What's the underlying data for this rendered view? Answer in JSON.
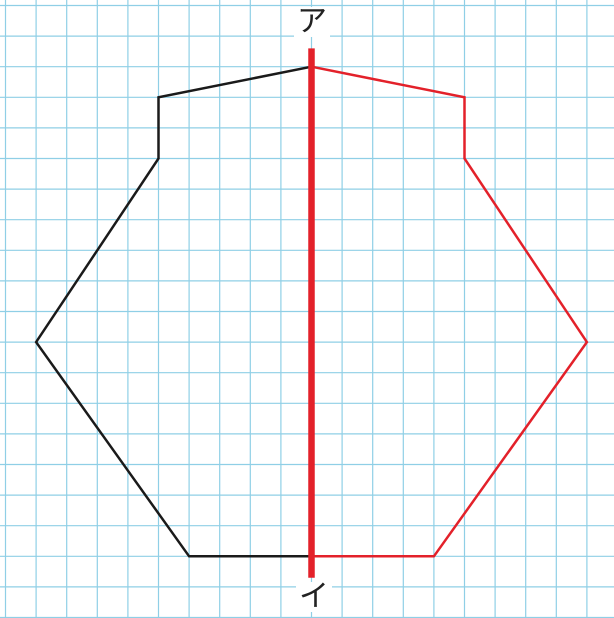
{
  "labels": {
    "top": "ア",
    "bottom": "イ"
  },
  "grid": {
    "columns": 20,
    "rows": 20
  },
  "colors": {
    "grid": "#8fcfe6",
    "left_outline": "#1a1a1a",
    "right_outline": "#e3212a",
    "axis": "#e3212a",
    "background": "#ffffff"
  },
  "shape": {
    "left_half": [
      [
        10,
        2
      ],
      [
        5,
        3
      ],
      [
        5,
        5
      ],
      [
        1,
        11
      ],
      [
        6,
        18
      ],
      [
        10,
        18
      ]
    ],
    "right_half": [
      [
        10,
        2
      ],
      [
        15,
        3
      ],
      [
        15,
        5
      ],
      [
        19,
        11
      ],
      [
        14,
        18
      ],
      [
        10,
        18
      ]
    ]
  },
  "axis": {
    "from": [
      10,
      1.4
    ],
    "to": [
      10,
      18.7
    ]
  }
}
